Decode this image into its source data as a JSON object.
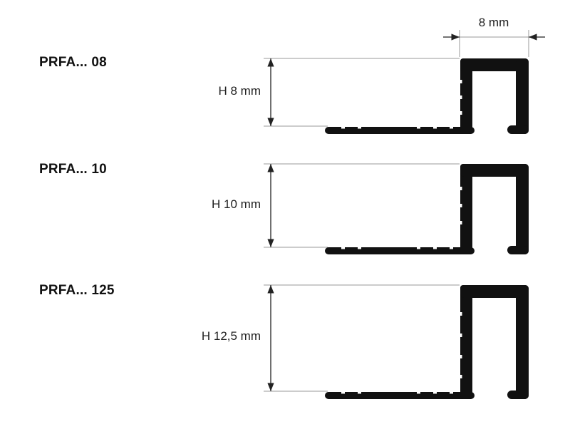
{
  "width_dimension": {
    "label": "8 mm"
  },
  "profiles": [
    {
      "model": "PRFA... 08",
      "height_label": "H 8 mm",
      "height_mm": 8
    },
    {
      "model": "PRFA... 10",
      "height_label": "H 10 mm",
      "height_mm": 10
    },
    {
      "model": "PRFA... 125",
      "height_label": "H 12,5 mm",
      "height_mm": 12.5
    }
  ],
  "colors": {
    "profile": "#111111",
    "dimension_line": "#222222",
    "extension_line": "#9a9a9a"
  }
}
